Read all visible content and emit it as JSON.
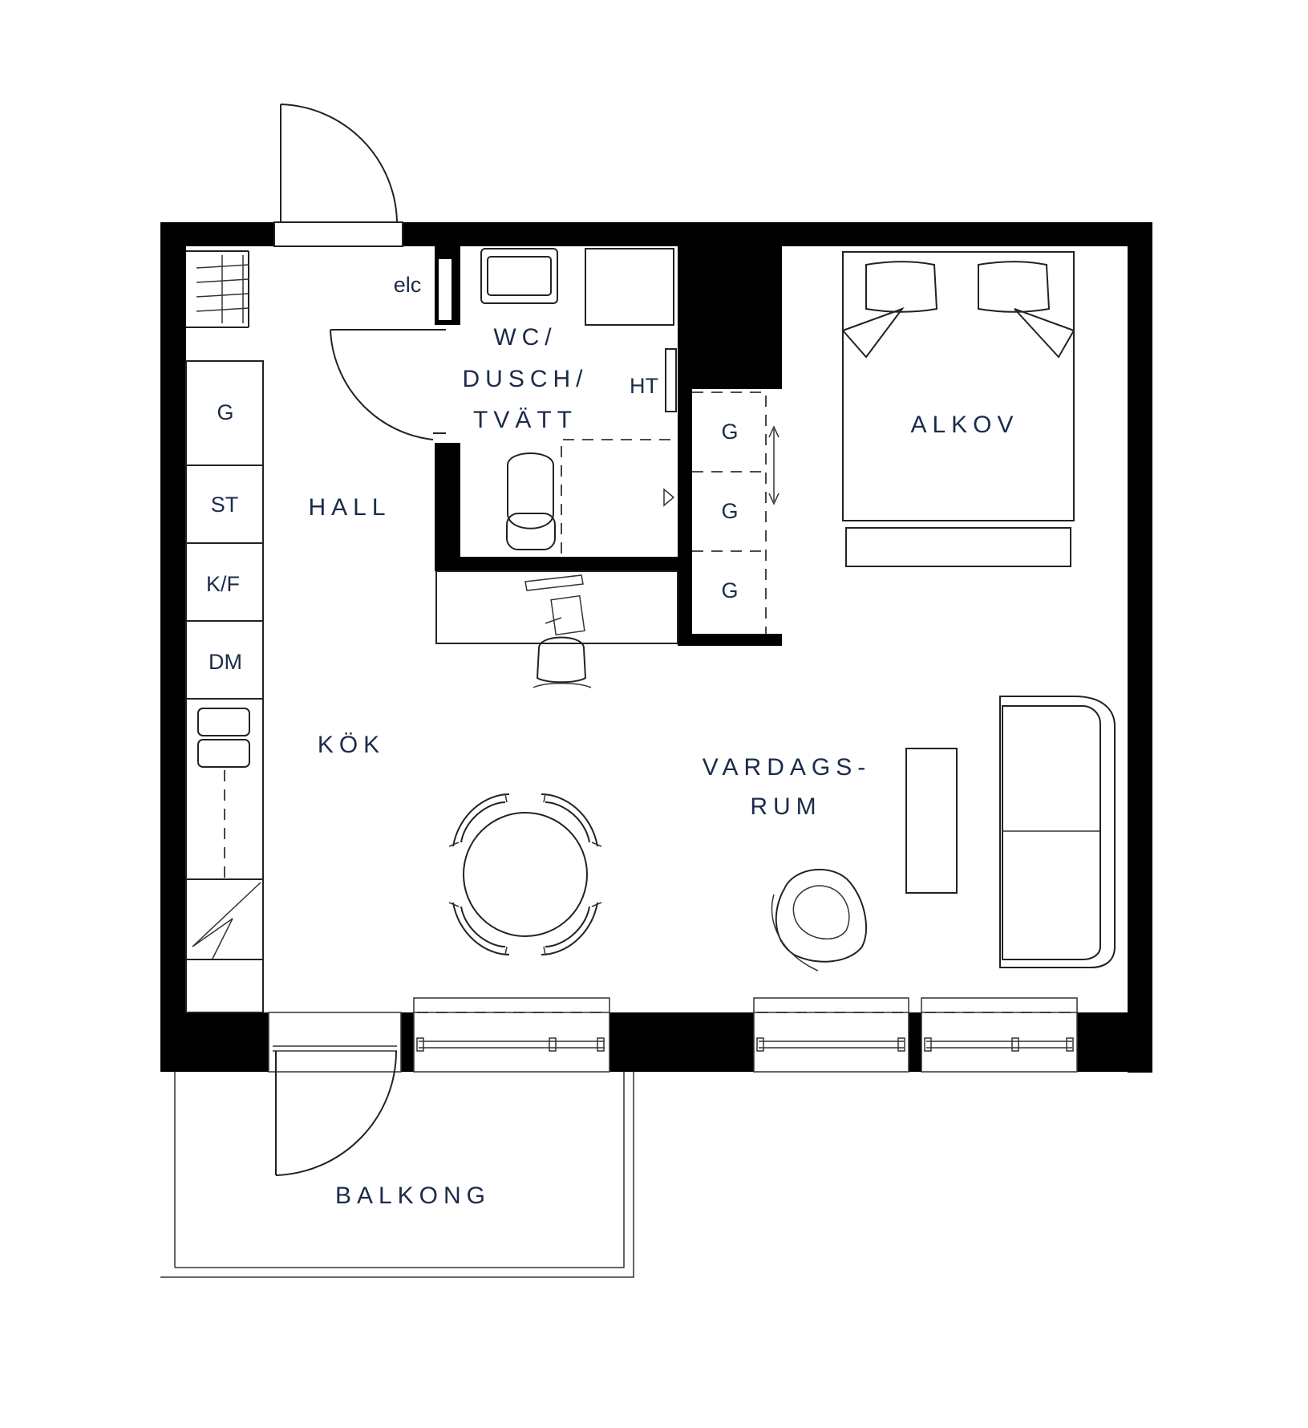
{
  "colors": {
    "label": "#1c2b4a",
    "wall": "#000000",
    "line": "#222222",
    "background": "#ffffff"
  },
  "rooms": {
    "hall": "HALL",
    "kok": "KÖK",
    "wc_line1": "WC/",
    "wc_line2": "DUSCH/",
    "wc_line3": "TVÄTT",
    "alkov": "ALKOV",
    "vardagsrum_line1": "VARDAGS-",
    "vardagsrum_line2": "RUM",
    "balkong": "BALKONG"
  },
  "fixtures": {
    "elc": "elc",
    "ht": "HT",
    "kitchen_g": "G",
    "kitchen_st": "ST",
    "kitchen_kf": "K/F",
    "kitchen_dm": "DM",
    "wardrobe_1": "G",
    "wardrobe_2": "G",
    "wardrobe_3": "G"
  },
  "icons": [
    "entrance-door-icon",
    "bathroom-door-icon",
    "balcony-door-icon",
    "double-bed-icon",
    "sofa-icon",
    "armchair-icon",
    "coffee-table-icon",
    "round-dining-table-icon",
    "dining-chair-icon",
    "desk-icon",
    "desk-chair-icon",
    "toilet-icon",
    "washbasin-icon",
    "shower-area-icon",
    "sink-icon",
    "window-icon",
    "shelf-icon",
    "arrow-icon"
  ]
}
